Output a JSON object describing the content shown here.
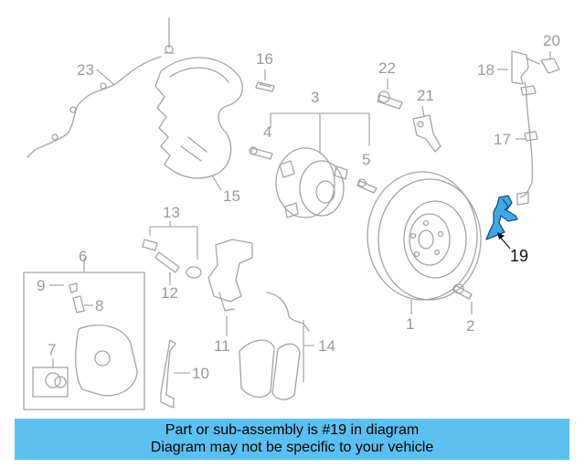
{
  "diagram": {
    "callouts": {
      "n1": "1",
      "n2": "2",
      "n3": "3",
      "n4": "4",
      "n5": "5",
      "n6": "6",
      "n7": "7",
      "n8": "8",
      "n9": "9",
      "n10": "10",
      "n11": "11",
      "n12": "12",
      "n13": "13",
      "n14": "14",
      "n15": "15",
      "n16": "16",
      "n17": "17",
      "n18": "18",
      "n19": "19",
      "n20": "20",
      "n21": "21",
      "n22": "22",
      "n23": "23"
    },
    "highlighted_part": "19",
    "highlight_color": "#3fa9e6"
  },
  "banner": {
    "line1": "Part or sub-assembly is #19 in diagram",
    "line2": "Diagram may not be specific to your vehicle",
    "background": "#5bc0f0"
  }
}
